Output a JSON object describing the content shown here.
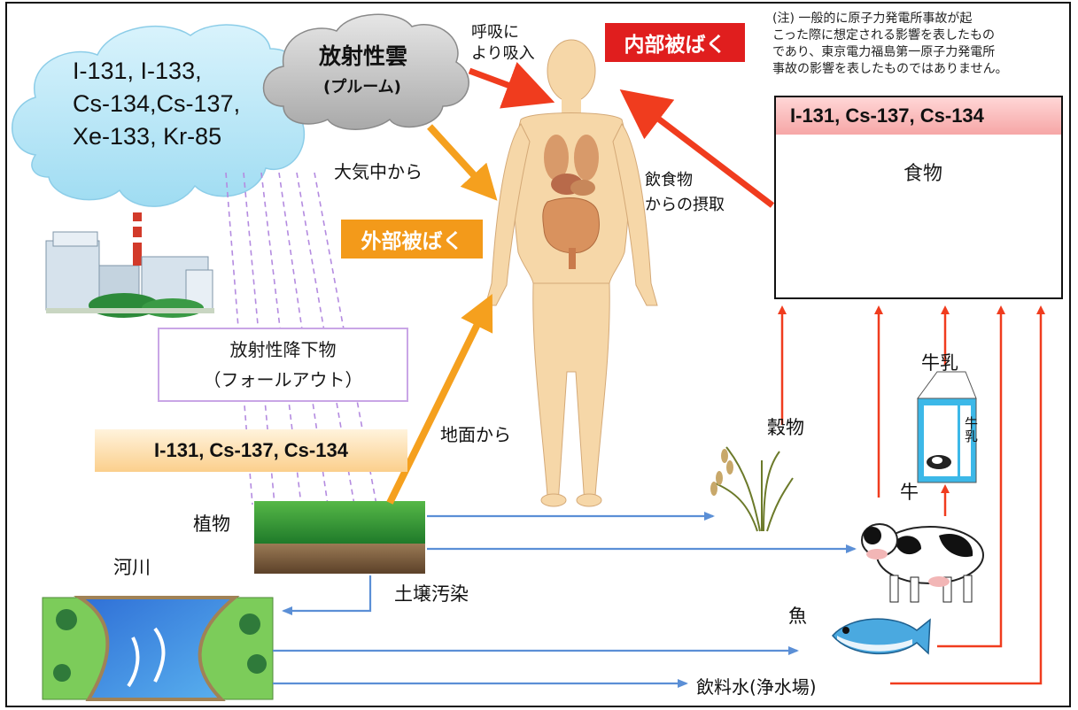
{
  "cloud": {
    "isotopes_lines": "I-131, I-133,\nCs-134,Cs-137,\nXe-133, Kr-85"
  },
  "plume": {
    "title": "放射性雲",
    "subtitle": "(プルーム)"
  },
  "pathways": {
    "inhalation": "呼吸に\nより吸入",
    "from_air": "大気中から",
    "from_ground": "地面から",
    "ingestion": "飲食物\nからの摂取"
  },
  "exposure": {
    "internal": "内部被ばく",
    "external": "外部被ばく"
  },
  "note": "(注) 一般的に原子力発電所事故が起\nこった際に想定される影響を表したもの\nであり、東京電力福島第一原子力発電所\n事故の影響を表したものではありません。",
  "food": {
    "isotopes": "I-131, Cs-137, Cs-134",
    "label": "食物"
  },
  "fallout": {
    "line1": "放射性降下物",
    "line2": "（フォールアウト）"
  },
  "ground_isotopes": "I-131, Cs-137, Cs-134",
  "labels": {
    "plants": "植物",
    "river": "河川",
    "soil": "土壌汚染",
    "grain": "穀物",
    "milk": "牛乳",
    "cow": "牛",
    "fish": "魚",
    "water": "飲料水(浄水場)",
    "milk_carton": "牛乳"
  },
  "colors": {
    "red_arrow": "#f03c1e",
    "orange_arrow": "#f5a01e",
    "blue_arrow": "#5b8fd6",
    "cloud_fill": "#bfe8f7",
    "plume_fill": "#c9c9c9",
    "skin": "#f6d7a8"
  }
}
